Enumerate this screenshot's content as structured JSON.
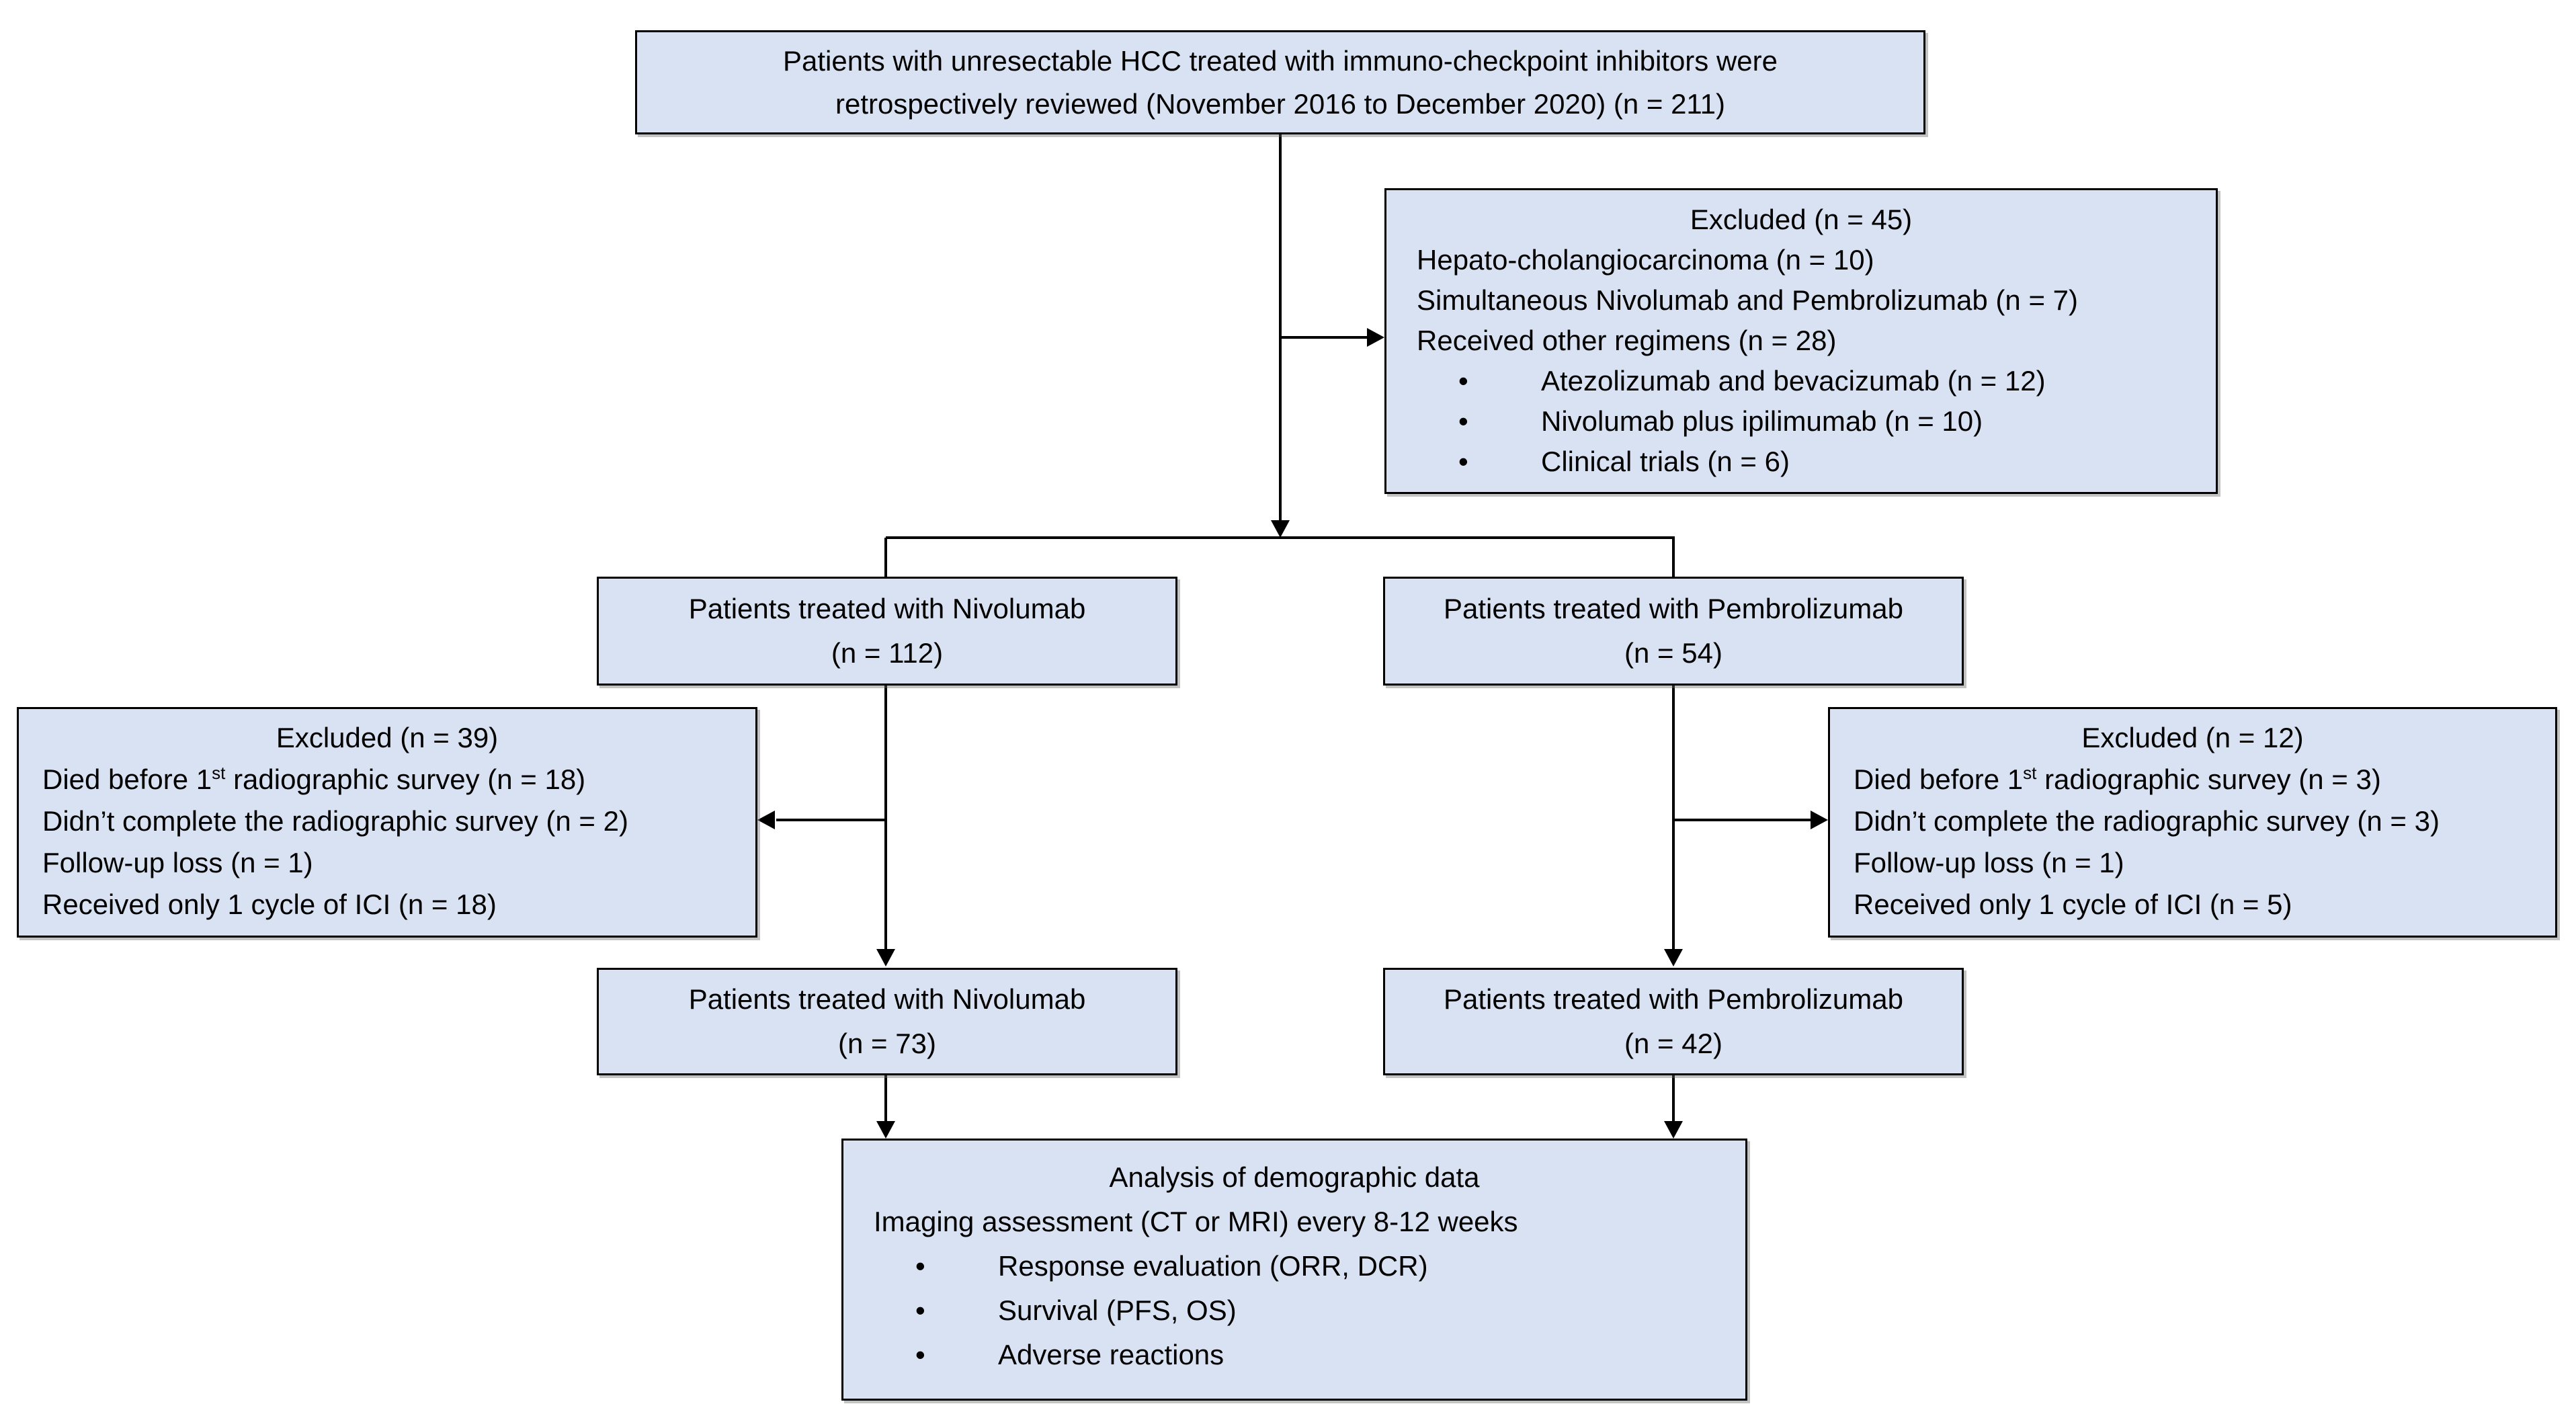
{
  "figure": {
    "background": "#ffffff",
    "box_fill": "#d9e2f3",
    "box_border": "#000000",
    "connector_color": "#000000",
    "bullet_glyph": "•"
  },
  "top_box": {
    "line1": "Patients with unresectable HCC treated with immuno-checkpoint inhibitors were",
    "line2": "retrospectively reviewed (November 2016 to December 2020) (n = 211)"
  },
  "excluded_top": {
    "title": "Excluded (n = 45)",
    "items": [
      "Hepato-cholangiocarcinoma (n = 10)",
      "Simultaneous Nivolumab and Pembrolizumab (n = 7)",
      "Received other regimens (n = 28)"
    ],
    "bullets": [
      "Atezolizumab and bevacizumab (n = 12)",
      "Nivolumab plus ipilimumab (n = 10)",
      "Clinical trials (n = 6)"
    ]
  },
  "nivolumab_initial": {
    "line1": "Patients treated with Nivolumab",
    "line2": "(n = 112)"
  },
  "pembrolizumab_initial": {
    "line1": "Patients treated with Pembrolizumab",
    "line2": "(n = 54)"
  },
  "excluded_left": {
    "title": "Excluded (n = 39)",
    "line1": {
      "pre": "Died before 1",
      "sup": "st",
      "post": " radiographic survey (n = 18)"
    },
    "items": [
      "Didn’t complete the radiographic survey (n = 2)",
      "Follow-up loss (n = 1)",
      "Received only 1 cycle of ICI (n = 18)"
    ]
  },
  "excluded_right": {
    "title": "Excluded (n = 12)",
    "line1": {
      "pre": "Died before 1",
      "sup": "st",
      "post": " radiographic survey (n = 3)"
    },
    "items": [
      "Didn’t complete the radiographic survey (n = 3)",
      "Follow-up loss (n = 1)",
      "Received only 1 cycle of ICI (n = 5)"
    ]
  },
  "nivolumab_final": {
    "line1": "Patients treated with Nivolumab",
    "line2": "(n = 73)"
  },
  "pembrolizumab_final": {
    "line1": "Patients treated with Pembrolizumab",
    "line2": "(n = 42)"
  },
  "analysis_box": {
    "title": "Analysis of demographic data",
    "subtitle": "Imaging assessment (CT or MRI) every 8-12 weeks",
    "bullets": [
      "Response evaluation (ORR, DCR)",
      "Survival (PFS, OS)",
      "Adverse reactions"
    ]
  }
}
